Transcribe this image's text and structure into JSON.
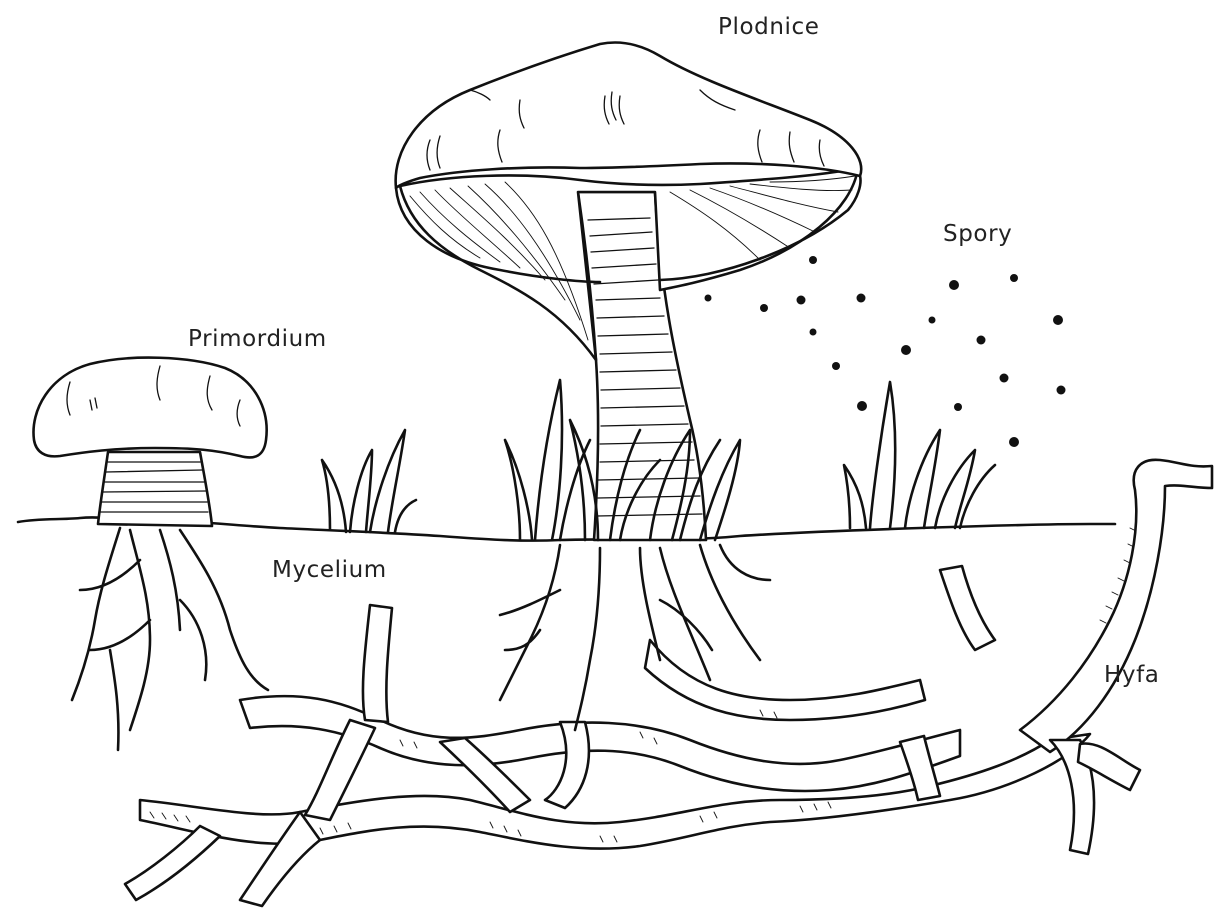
{
  "diagram": {
    "labels": {
      "fruiting_body": "Plodnice",
      "spores": "Spory",
      "primordium": "Primordium",
      "mycelium": "Mycelium",
      "hypha": "Hyfa"
    }
  },
  "colors": {
    "ink": "#111111",
    "background": "#ffffff",
    "label_text": "#222222"
  }
}
